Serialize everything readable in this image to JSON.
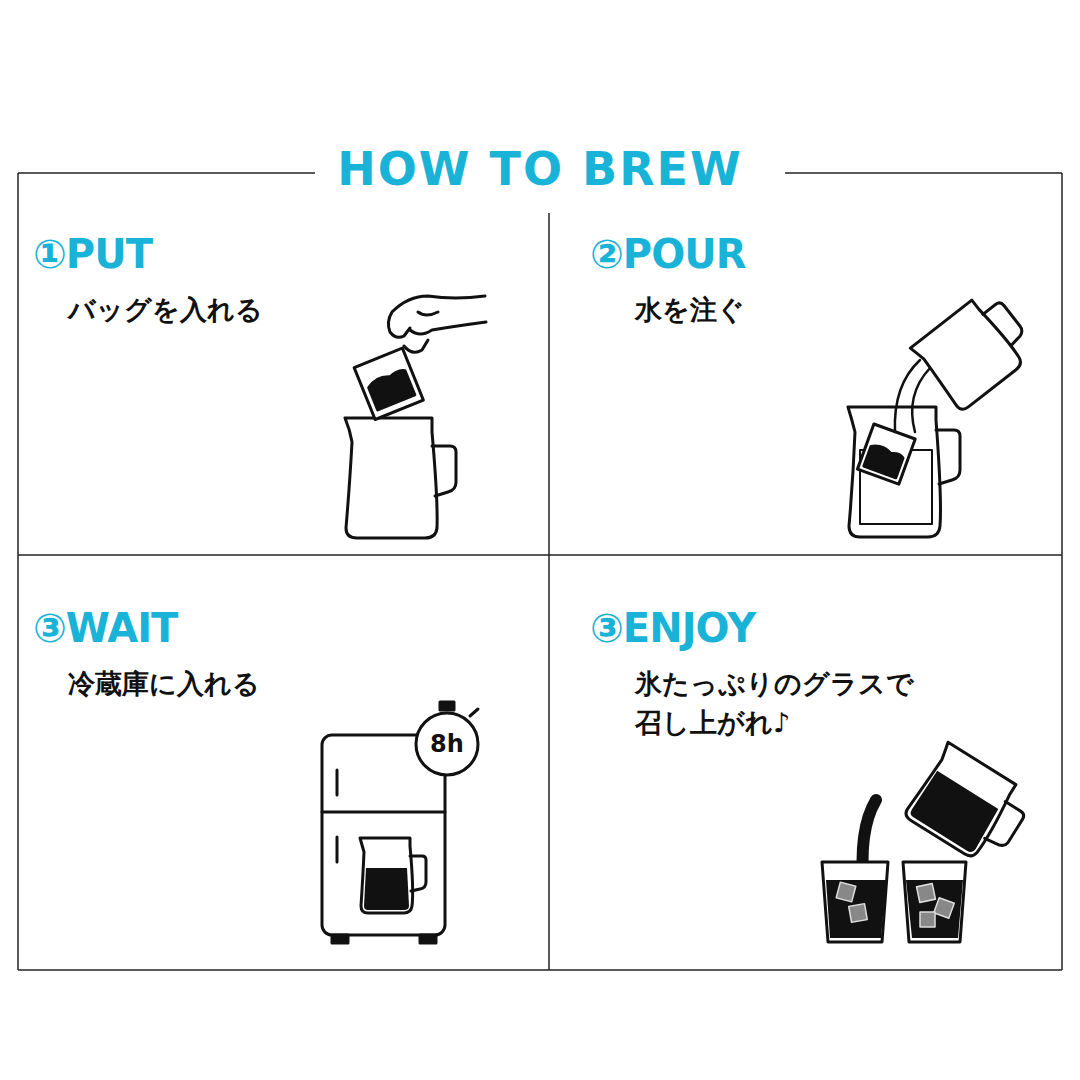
{
  "diagram": {
    "title": "HOW TO BREW",
    "nodes": [
      {
        "text": [
          "①PUT",
          "バッグを入れる"
        ]
      },
      {
        "text": [
          "②POUR",
          "水を注ぐ"
        ]
      },
      {
        "text": [
          "③WAIT",
          "冷蔵庫に入れる"
        ]
      },
      {
        "text": [
          "③ENJOY",
          "氷たっぷりのグラスで 召し上がれ♪"
        ]
      }
    ],
    "labels": [
      "8h"
    ]
  }
}
